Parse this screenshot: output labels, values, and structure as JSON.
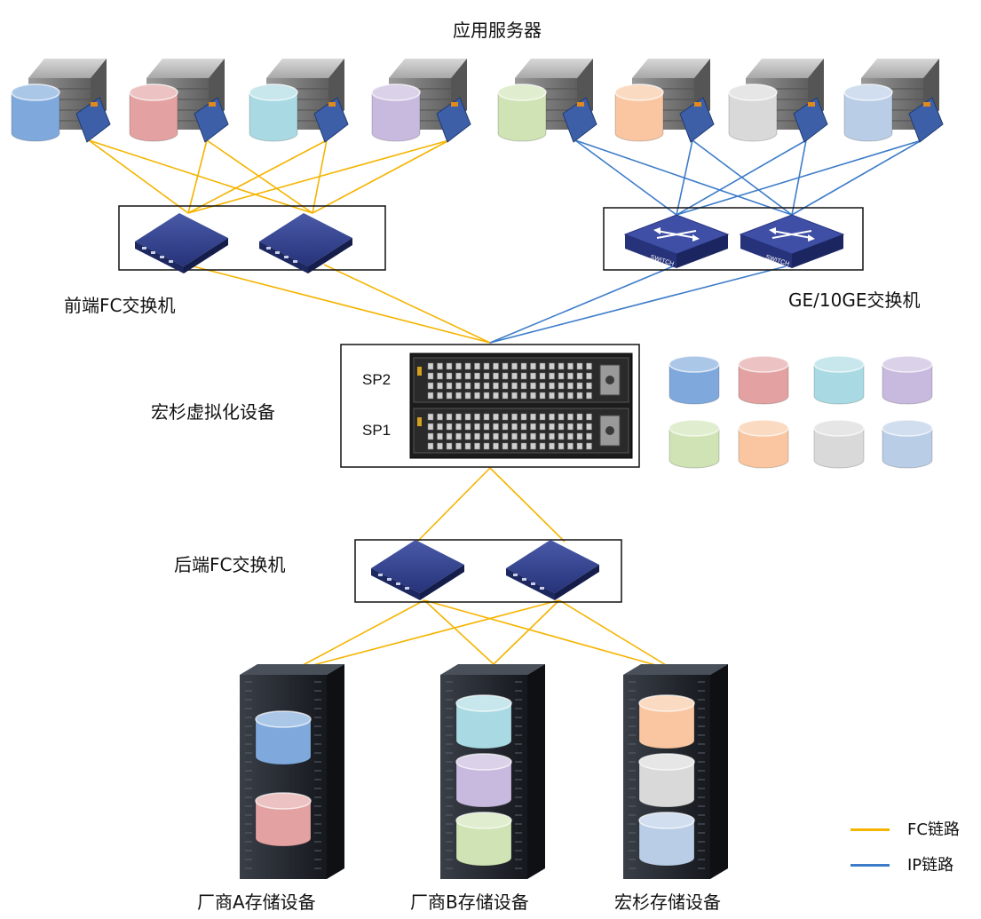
{
  "title": "应用服务器",
  "labels": {
    "front_fc_switch": "前端FC交换机",
    "ge_switch": "GE/10GE交换机",
    "virtualization": "宏杉虚拟化设备",
    "sp2": "SP2",
    "sp1": "SP1",
    "back_fc_switch": "后端FC交换机",
    "storage_a": "厂商A存储设备",
    "storage_b": "厂商B存储设备",
    "storage_macrosan": "宏杉存储设备"
  },
  "switch_badge": "SWITCH",
  "legend": [
    {
      "label": "FC链路",
      "color": "#f5b400"
    },
    {
      "label": "IP链路",
      "color": "#3d7cc9"
    }
  ],
  "colors": {
    "fc_link": "#f5b400",
    "ip_link": "#3d7cc9",
    "servers": [
      "#7fa9dc",
      "#e3a1a1",
      "#a9dae3",
      "#c8b9de",
      "#cfe3b4",
      "#f9c6a1",
      "#d9d9d9",
      "#b9cde6"
    ],
    "storage_a": [
      "#7fa9dc",
      "#e3a1a1"
    ],
    "storage_b": [
      "#a9dae3",
      "#c8b9de",
      "#cfe3b4"
    ],
    "storage_macrosan": [
      "#f9c6a1",
      "#d9d9d9",
      "#b9cde6"
    ]
  },
  "icons": {
    "server": "rack-server-icon",
    "fc_switch": "fc-switch-icon",
    "ip_switch": "ip-switch-icon",
    "storage_tower": "storage-tower-icon",
    "volume": "disk-volume-icon"
  }
}
